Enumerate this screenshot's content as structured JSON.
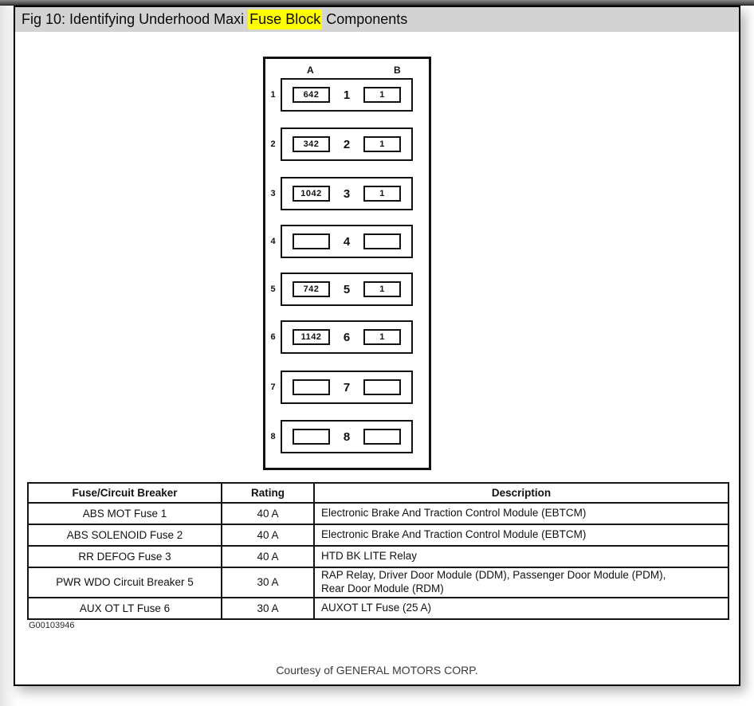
{
  "colors": {
    "search_highlight": "#ffff00",
    "title_bar": "#d3d3d3"
  },
  "window": {
    "title": {
      "prefix": "Fig 10: Identifying Underhood Maxi ",
      "highlight": "Fuse Block",
      "suffix": " Components"
    }
  },
  "diagram": {
    "column_headers": {
      "a": "A",
      "b": "B"
    },
    "rows": [
      {
        "n": "1",
        "a": "642",
        "b": "1"
      },
      {
        "n": "2",
        "a": "342",
        "b": "1"
      },
      {
        "n": "3",
        "a": "1042",
        "b": "1"
      },
      {
        "n": "4",
        "a": "",
        "b": ""
      },
      {
        "n": "5",
        "a": "742",
        "b": "1"
      },
      {
        "n": "6",
        "a": "1142",
        "b": "1"
      },
      {
        "n": "7",
        "a": "",
        "b": ""
      },
      {
        "n": "8",
        "a": "",
        "b": ""
      }
    ]
  },
  "table": {
    "headers": [
      "Fuse/Circuit Breaker",
      "Rating",
      "Description"
    ],
    "rows": [
      {
        "name": "ABS MOT Fuse 1",
        "rating": "40 A",
        "desc": "Electronic Brake And Traction Control Module (EBTCM)"
      },
      {
        "name": "ABS SOLENOID Fuse 2",
        "rating": "40 A",
        "desc": "Electronic Brake And Traction Control Module (EBTCM)"
      },
      {
        "name": "RR DEFOG Fuse 3",
        "rating": "40 A",
        "desc": "HTD BK LITE Relay"
      },
      {
        "name": "PWR WDO Circuit Breaker 5",
        "rating": "30 A",
        "desc": "RAP Relay, Driver Door Module (DDM), Passenger Door Module (PDM), Rear Door Module (RDM)"
      },
      {
        "name": "AUX OT LT Fuse 6",
        "rating": "30 A",
        "desc": "AUXOT LT Fuse (25 A)"
      }
    ]
  },
  "footer": {
    "figure_id": "G00103946",
    "courtesy": "Courtesy of GENERAL MOTORS CORP."
  }
}
